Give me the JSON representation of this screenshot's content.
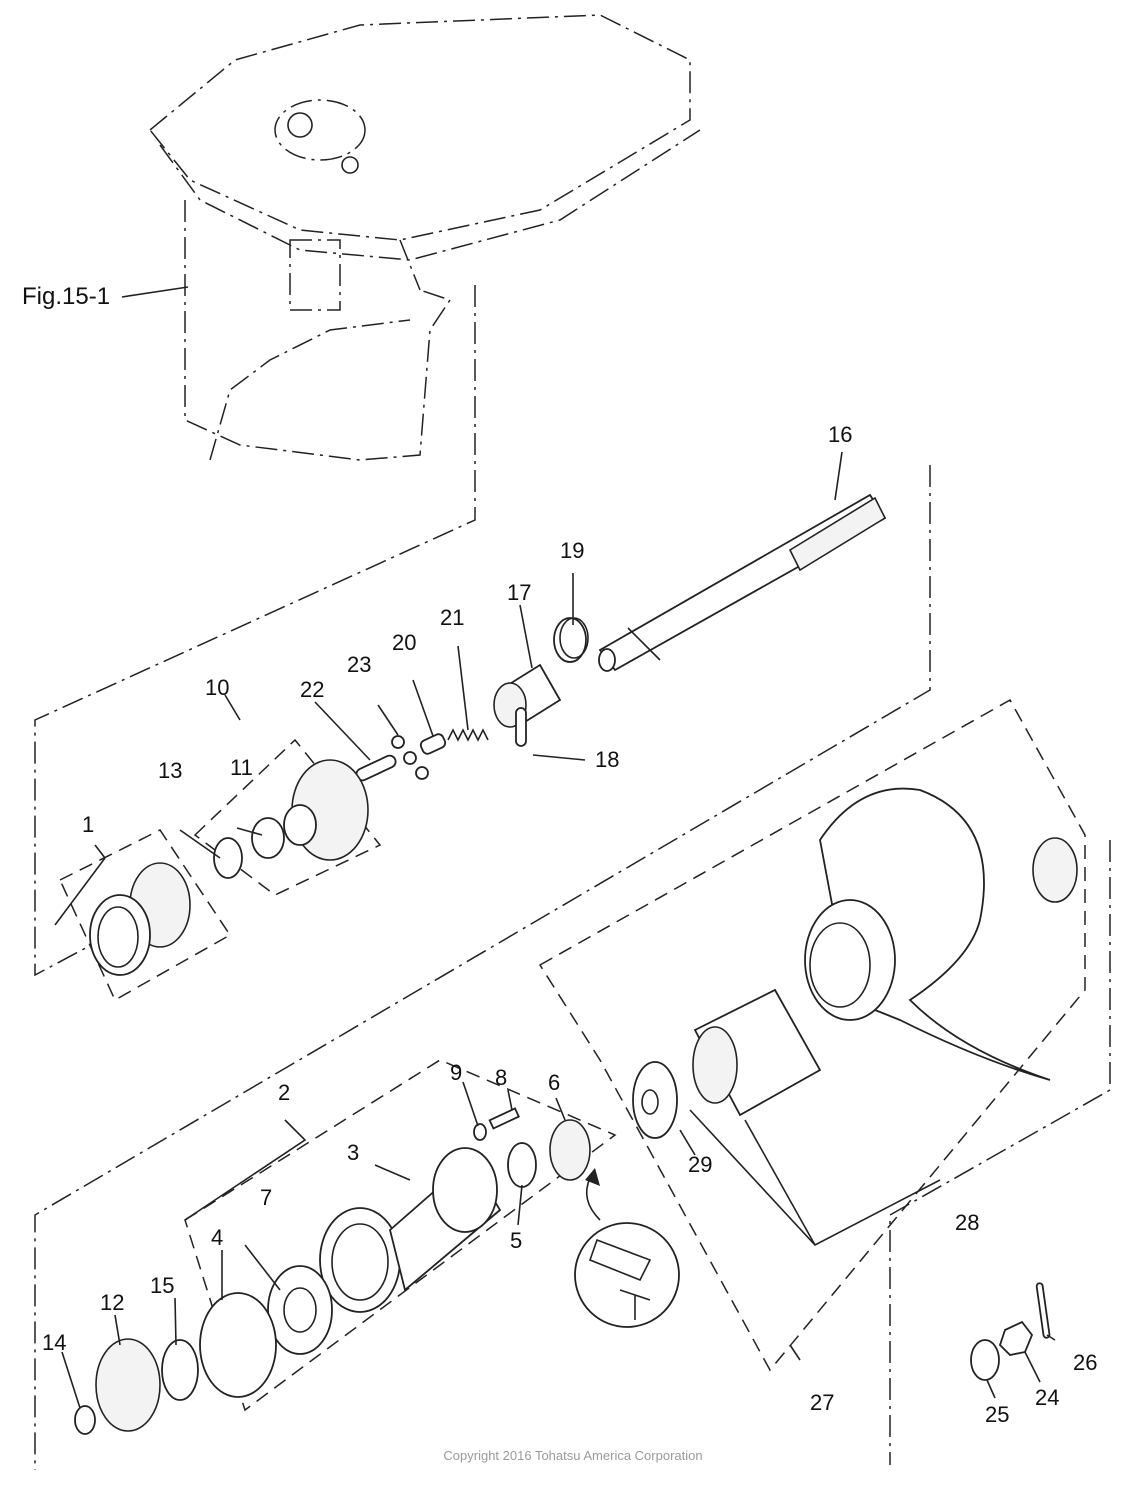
{
  "diagram": {
    "title": "Exploded view - lower unit gear case, propeller shaft and propeller",
    "figure_reference": "Fig.15-1",
    "callouts": [
      {
        "id": "1"
      },
      {
        "id": "2"
      },
      {
        "id": "3"
      },
      {
        "id": "4"
      },
      {
        "id": "5"
      },
      {
        "id": "6"
      },
      {
        "id": "7"
      },
      {
        "id": "8"
      },
      {
        "id": "9"
      },
      {
        "id": "10"
      },
      {
        "id": "11"
      },
      {
        "id": "12"
      },
      {
        "id": "13"
      },
      {
        "id": "14"
      },
      {
        "id": "15"
      },
      {
        "id": "16"
      },
      {
        "id": "17"
      },
      {
        "id": "18"
      },
      {
        "id": "19"
      },
      {
        "id": "20"
      },
      {
        "id": "21"
      },
      {
        "id": "22"
      },
      {
        "id": "23"
      },
      {
        "id": "24"
      },
      {
        "id": "25"
      },
      {
        "id": "26"
      },
      {
        "id": "27"
      },
      {
        "id": "28"
      },
      {
        "id": "29"
      }
    ]
  },
  "copyright": "Copyright 2016 Tohatsu America Corporation"
}
